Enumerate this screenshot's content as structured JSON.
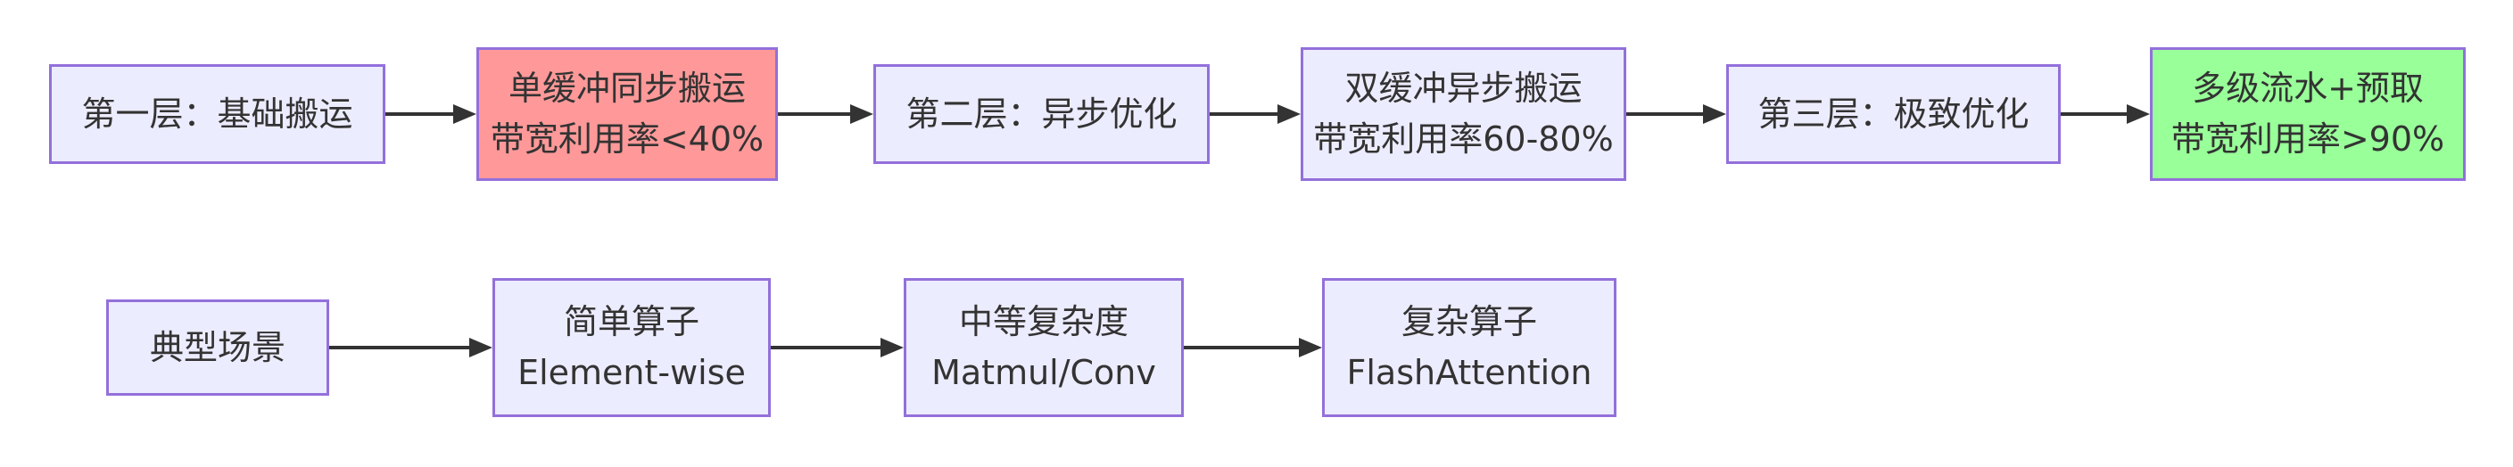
{
  "flowchart": {
    "top_row": [
      {
        "lines": [
          "第一层：基础搬运"
        ],
        "variant": "default"
      },
      {
        "lines": [
          "单缓冲同步搬运",
          "带宽利用率<40%"
        ],
        "variant": "red"
      },
      {
        "lines": [
          "第二层：异步优化"
        ],
        "variant": "default"
      },
      {
        "lines": [
          "双缓冲异步搬运",
          "带宽利用率60-80%"
        ],
        "variant": "default"
      },
      {
        "lines": [
          "第三层：极致优化"
        ],
        "variant": "default"
      },
      {
        "lines": [
          "多级流水+预取",
          "带宽利用率>90%"
        ],
        "variant": "green"
      }
    ],
    "bottom_row": [
      {
        "lines": [
          "典型场景"
        ],
        "variant": "default"
      },
      {
        "lines": [
          "简单算子",
          "Element-wise"
        ],
        "variant": "default"
      },
      {
        "lines": [
          "中等复杂度",
          "Matmul/Conv"
        ],
        "variant": "default"
      },
      {
        "lines": [
          "复杂算子",
          "FlashAttention"
        ],
        "variant": "default"
      }
    ]
  },
  "colors": {
    "node_fill": "#ECECFF",
    "node_border": "#9370DB",
    "highlight_red": "#FF9999",
    "highlight_green": "#99FF99",
    "arrow": "#333333",
    "text": "#333333"
  }
}
